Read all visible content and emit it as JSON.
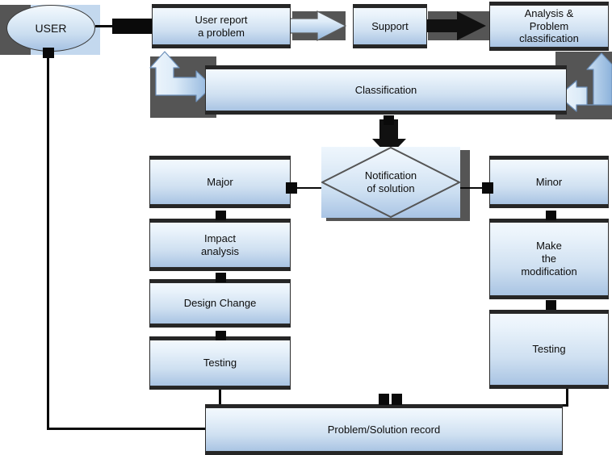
{
  "diagram": {
    "title": "Problem management / support workflow",
    "background": "#ffffff",
    "palette": {
      "node_fill_top": "#f2f8fd",
      "node_fill_bottom": "#a9c4e3",
      "node_border": "#2b2b2b",
      "node_edge_bar": "#262626",
      "shadow_grey": "#555555",
      "plate_blue": "#c3d8ee",
      "connector_black": "#0a0a0a",
      "arrow_blue_light": "#dbe9f7",
      "arrow_blue_dark": "#7aa7d4",
      "arrow_black": "#111111",
      "text": "#0d0d0d"
    }
  },
  "nodes": {
    "user": {
      "label": "USER",
      "shape": "ellipse"
    },
    "user_report": {
      "label": "User report\na problem",
      "shape": "rectangle"
    },
    "support": {
      "label": "Support",
      "shape": "rectangle"
    },
    "analysis": {
      "label": "Analysis &\nProblem\nclassification",
      "shape": "rectangle"
    },
    "classification": {
      "label": "Classification",
      "shape": "rectangle"
    },
    "notification": {
      "label": "Notification\nof solution",
      "shape": "diamond"
    },
    "major": {
      "label": "Major",
      "shape": "rectangle"
    },
    "impact_analysis": {
      "label": "Impact\nanalysis",
      "shape": "rectangle"
    },
    "design_change": {
      "label": "Design Change",
      "shape": "rectangle"
    },
    "testing_left": {
      "label": "Testing",
      "shape": "rectangle"
    },
    "minor": {
      "label": "Minor",
      "shape": "rectangle"
    },
    "make_modification": {
      "label": "Make\nthe\nmodification",
      "shape": "rectangle"
    },
    "testing_right": {
      "label": "Testing",
      "shape": "rectangle"
    },
    "problem_solution_record": {
      "label": "Problem/Solution record",
      "shape": "rectangle"
    }
  },
  "connectors": [
    {
      "name": "user-to-user-report",
      "from": "user",
      "to": "user_report",
      "style": "thick-black-bar"
    },
    {
      "name": "user-report-to-support",
      "from": "user_report",
      "to": "support",
      "style": "blue-block-arrow"
    },
    {
      "name": "support-to-analysis",
      "from": "support",
      "to": "analysis",
      "style": "black-block-arrow"
    },
    {
      "name": "analysis-to-classification",
      "from": "analysis",
      "to": "classification",
      "style": "blue-bent-arrow-left"
    },
    {
      "name": "classification-to-user-report",
      "from": "classification",
      "to": "user_report",
      "style": "blue-bent-arrow-up"
    },
    {
      "name": "classification-to-notification",
      "from": "classification",
      "to": "notification",
      "style": "black-down-arrow"
    },
    {
      "name": "notification-to-major",
      "from": "notification",
      "to": "major",
      "style": "line-with-knob"
    },
    {
      "name": "notification-to-minor",
      "from": "notification",
      "to": "minor",
      "style": "line-with-knob"
    },
    {
      "name": "major-to-impact-analysis",
      "from": "major",
      "to": "impact_analysis",
      "style": "knob"
    },
    {
      "name": "impact-analysis-to-design-change",
      "from": "impact_analysis",
      "to": "design_change",
      "style": "knob"
    },
    {
      "name": "design-change-to-testing-left",
      "from": "design_change",
      "to": "testing_left",
      "style": "knob"
    },
    {
      "name": "minor-to-make-modification",
      "from": "minor",
      "to": "make_modification",
      "style": "knob"
    },
    {
      "name": "make-modification-to-testing-right",
      "from": "make_modification",
      "to": "testing_right",
      "style": "knob"
    },
    {
      "name": "testing-left-to-record",
      "from": "testing_left",
      "to": "problem_solution_record",
      "style": "elbow-line-knob"
    },
    {
      "name": "testing-right-to-record",
      "from": "testing_right",
      "to": "problem_solution_record",
      "style": "elbow-line-knob"
    },
    {
      "name": "record-to-user",
      "from": "problem_solution_record",
      "to": "user",
      "style": "long-elbow-line"
    }
  ]
}
